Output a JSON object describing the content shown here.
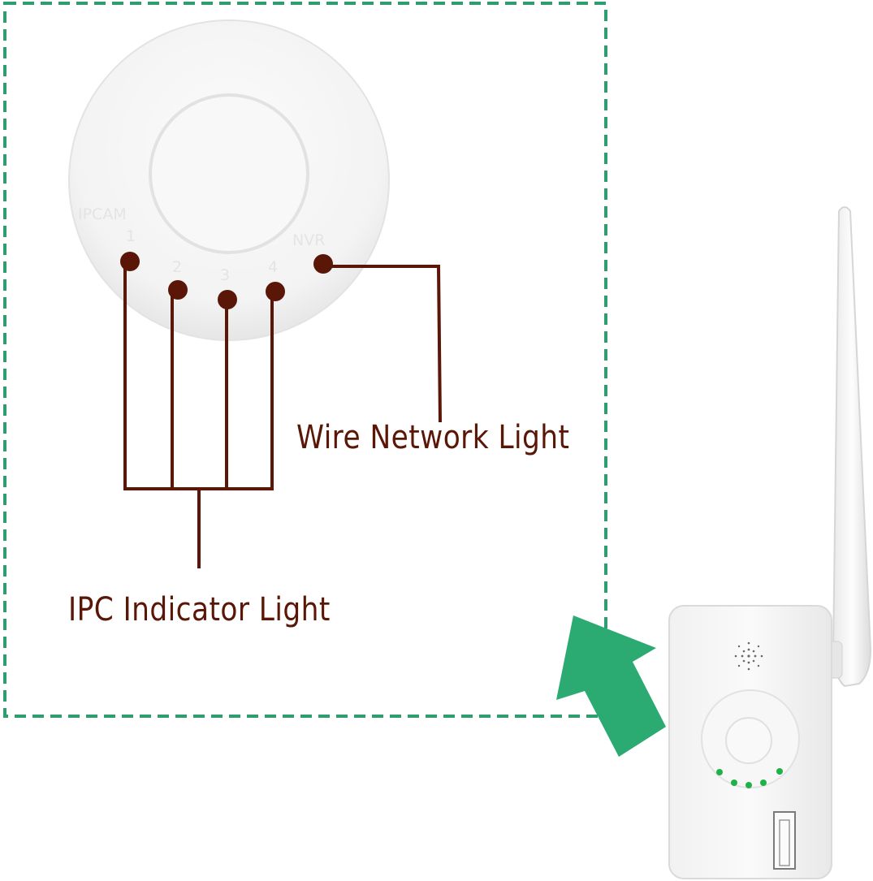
{
  "labels": {
    "ipc_indicator": "IPC Indicator Light",
    "wire_network": "Wire Network Light"
  },
  "device_markings": {
    "ipcam": "IPCAM",
    "port_1": "1",
    "port_2": "2",
    "port_3": "3",
    "port_4": "4",
    "nvr": "NVR"
  },
  "colors": {
    "callout": "#5a1606",
    "frame_dash": "#2e9e6e",
    "arrow": "#2baa72",
    "led_on": "#1fb14a",
    "panel": "#f6f6f6"
  }
}
